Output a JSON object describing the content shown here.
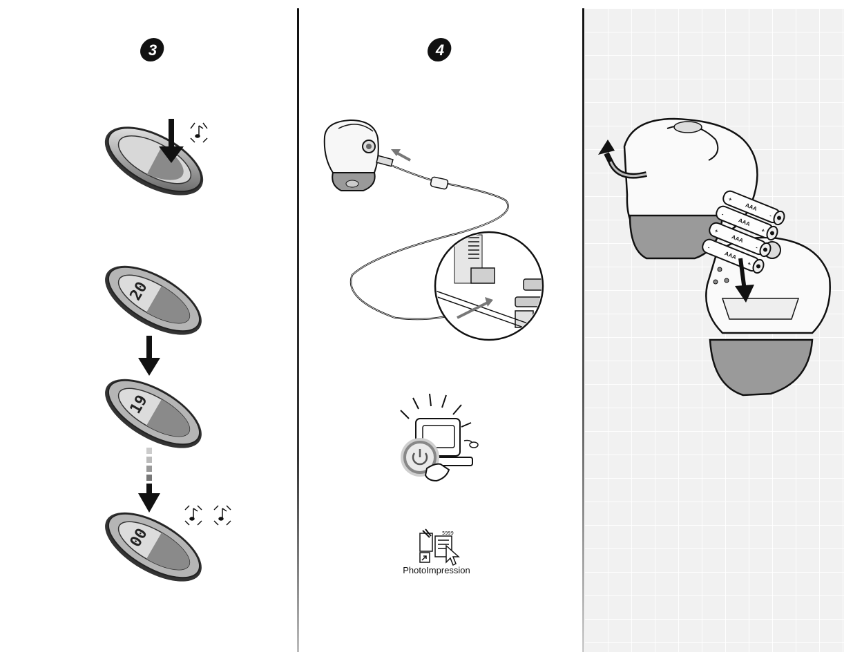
{
  "steps": [
    {
      "number": "3"
    },
    {
      "number": "4"
    }
  ],
  "counter_display": {
    "first": "20",
    "second": "19",
    "last": "00"
  },
  "software": {
    "icon": "photoimpression-shortcut-icon",
    "label": "PhotoImpression"
  },
  "batteries": {
    "type_label": "AAA",
    "count": 4
  },
  "icons": {
    "beep": "music-note-sparkle-icon",
    "press": "down-arrow-icon",
    "power": "power-button-icon",
    "open_cover": "curved-up-arrow-icon",
    "insert": "down-arrow-icon"
  },
  "colors": {
    "ink": "#111111",
    "grid_background": "#f1f1f1",
    "button_gray": "#9a9a9a"
  }
}
